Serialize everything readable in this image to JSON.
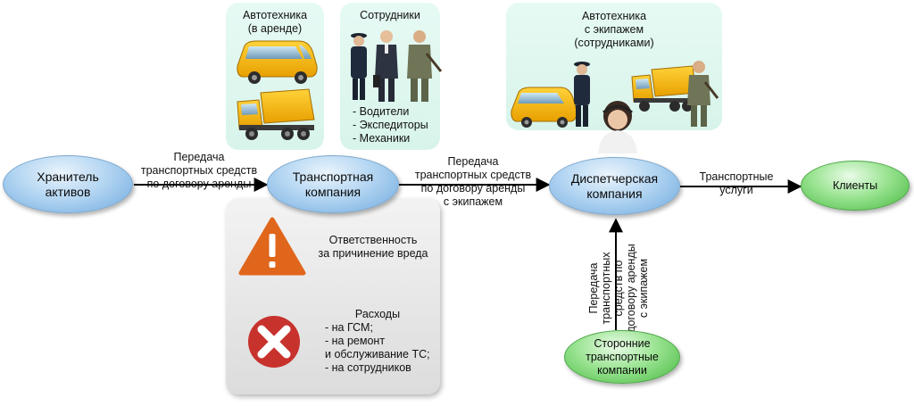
{
  "nodes": {
    "asset_keeper": "Хранитель\nактивов",
    "transport_company": "Транспортная\nкомпания",
    "dispatch_company": "Диспетчерская\nкомпания",
    "clients": "Клиенты",
    "third_party": "Сторонние\nтранспортные\nкомпании"
  },
  "arrows": {
    "lease_vehicles": "Передача\nтранспортных средств\nпо договору аренды",
    "lease_with_crew": "Передача\nтранспортных средств\nпо договору аренды\nс экипажем",
    "transport_services": "Транспортные\nуслуги",
    "third_party_lease": "Передача\nтранспортных\nсредств по\nдоговору аренды\nс экипажем"
  },
  "panels": {
    "vehicles_leased": {
      "title": "Автотехника\n(в аренде)"
    },
    "staff": {
      "title": "Сотрудники",
      "items": [
        "- Водители",
        "- Экспедиторы",
        "- Механики"
      ]
    },
    "vehicles_crew": {
      "title": "Автотехника\nс экипажем\n(сотрудниками)"
    }
  },
  "risks": {
    "liability": "Ответственность\nза причинение вреда",
    "expenses_title": "Расходы",
    "expenses_items": [
      "- на ГСМ;",
      "- на ремонт",
      "и обслуживание ТС;",
      "- на сотрудников"
    ]
  },
  "colors": {
    "blue_node": "#8cbde8",
    "green_node": "#6fd066",
    "panel_mint": "#dff7ef",
    "warning": "#e0661c",
    "error": "#c8322d"
  },
  "icons": {
    "warning": "warning-triangle-icon",
    "error": "error-x-icon"
  }
}
